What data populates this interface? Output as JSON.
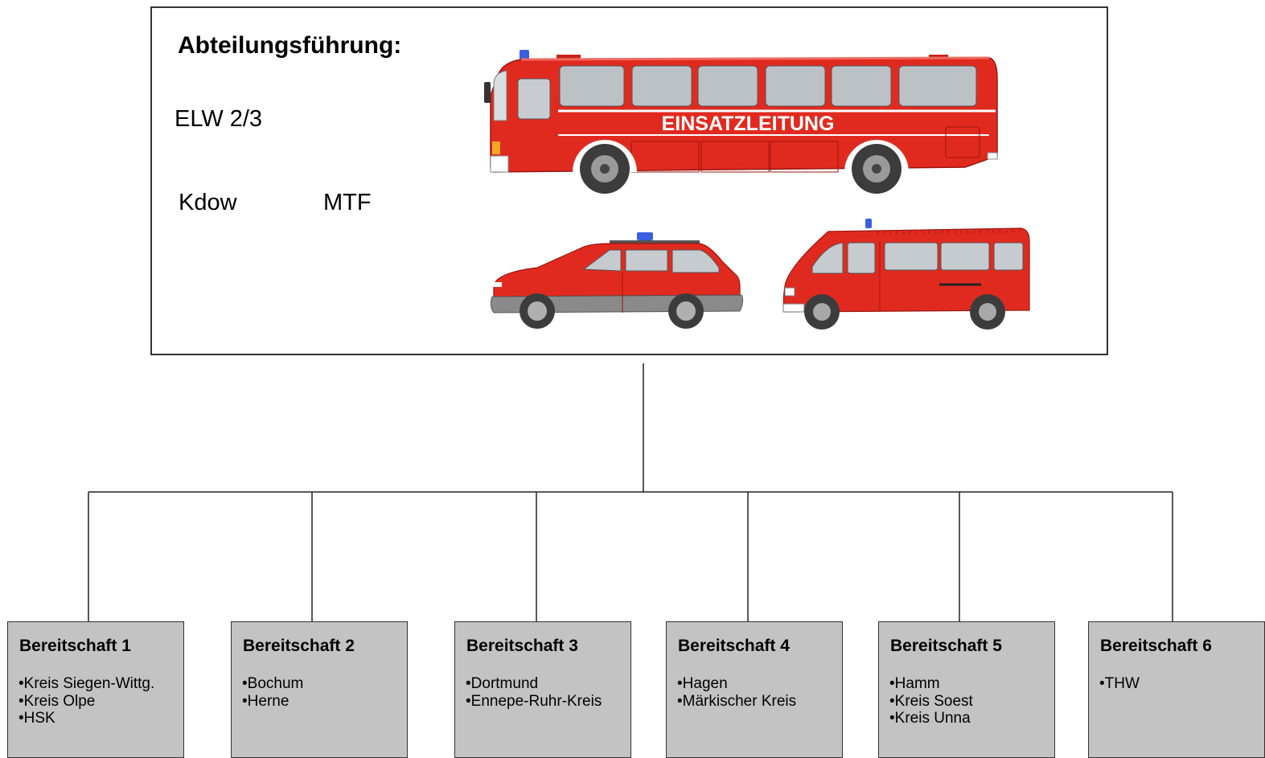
{
  "leadership": {
    "title": "Abteilungsführung:",
    "vehicles": {
      "elw": "ELW 2/3",
      "kdow": "Kdow",
      "mtf": "MTF"
    },
    "bus_lettering": "EINSATZLEITUNG"
  },
  "colors": {
    "fire_red": "#e12a1f",
    "unit_fill": "#c3c3c3",
    "beacon_blue": "#3b5fe0"
  },
  "units": [
    {
      "title": "Bereitschaft 1",
      "items": [
        "Kreis Siegen-Wittg.",
        "Kreis Olpe",
        "HSK"
      ]
    },
    {
      "title": "Bereitschaft 2",
      "items": [
        "Bochum",
        "Herne"
      ]
    },
    {
      "title": "Bereitschaft 3",
      "items": [
        "Dortmund",
        "Ennepe-Ruhr-Kreis"
      ]
    },
    {
      "title": "Bereitschaft 4",
      "items": [
        "Hagen",
        "Märkischer Kreis"
      ]
    },
    {
      "title": "Bereitschaft 5",
      "items": [
        "Hamm",
        "Kreis Soest",
        "Kreis Unna"
      ]
    },
    {
      "title": "Bereitschaft 6",
      "items": [
        "THW"
      ]
    }
  ]
}
